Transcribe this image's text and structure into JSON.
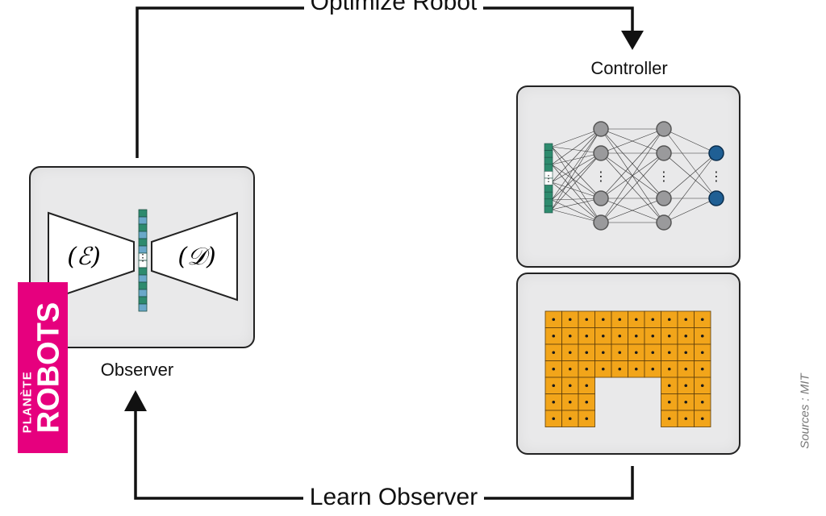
{
  "loop": {
    "top_label": "Optimize Robot",
    "bottom_label": "Learn Observer"
  },
  "controller": {
    "title": "Controller"
  },
  "observer": {
    "title": "Observer",
    "encoder_label": "(ℰ)",
    "decoder_label": "(𝒟)"
  },
  "robot_grid": {
    "rows": 7,
    "cols": 10,
    "gap_rows": [
      4,
      6
    ],
    "gap_cols": [
      3,
      6
    ],
    "fill_color": "#f2a51a"
  },
  "logo": {
    "small_text": "PLANÈTE",
    "big_text": "ROBOTS",
    "color": "#e6007e"
  },
  "credit": "Sources : MIT"
}
